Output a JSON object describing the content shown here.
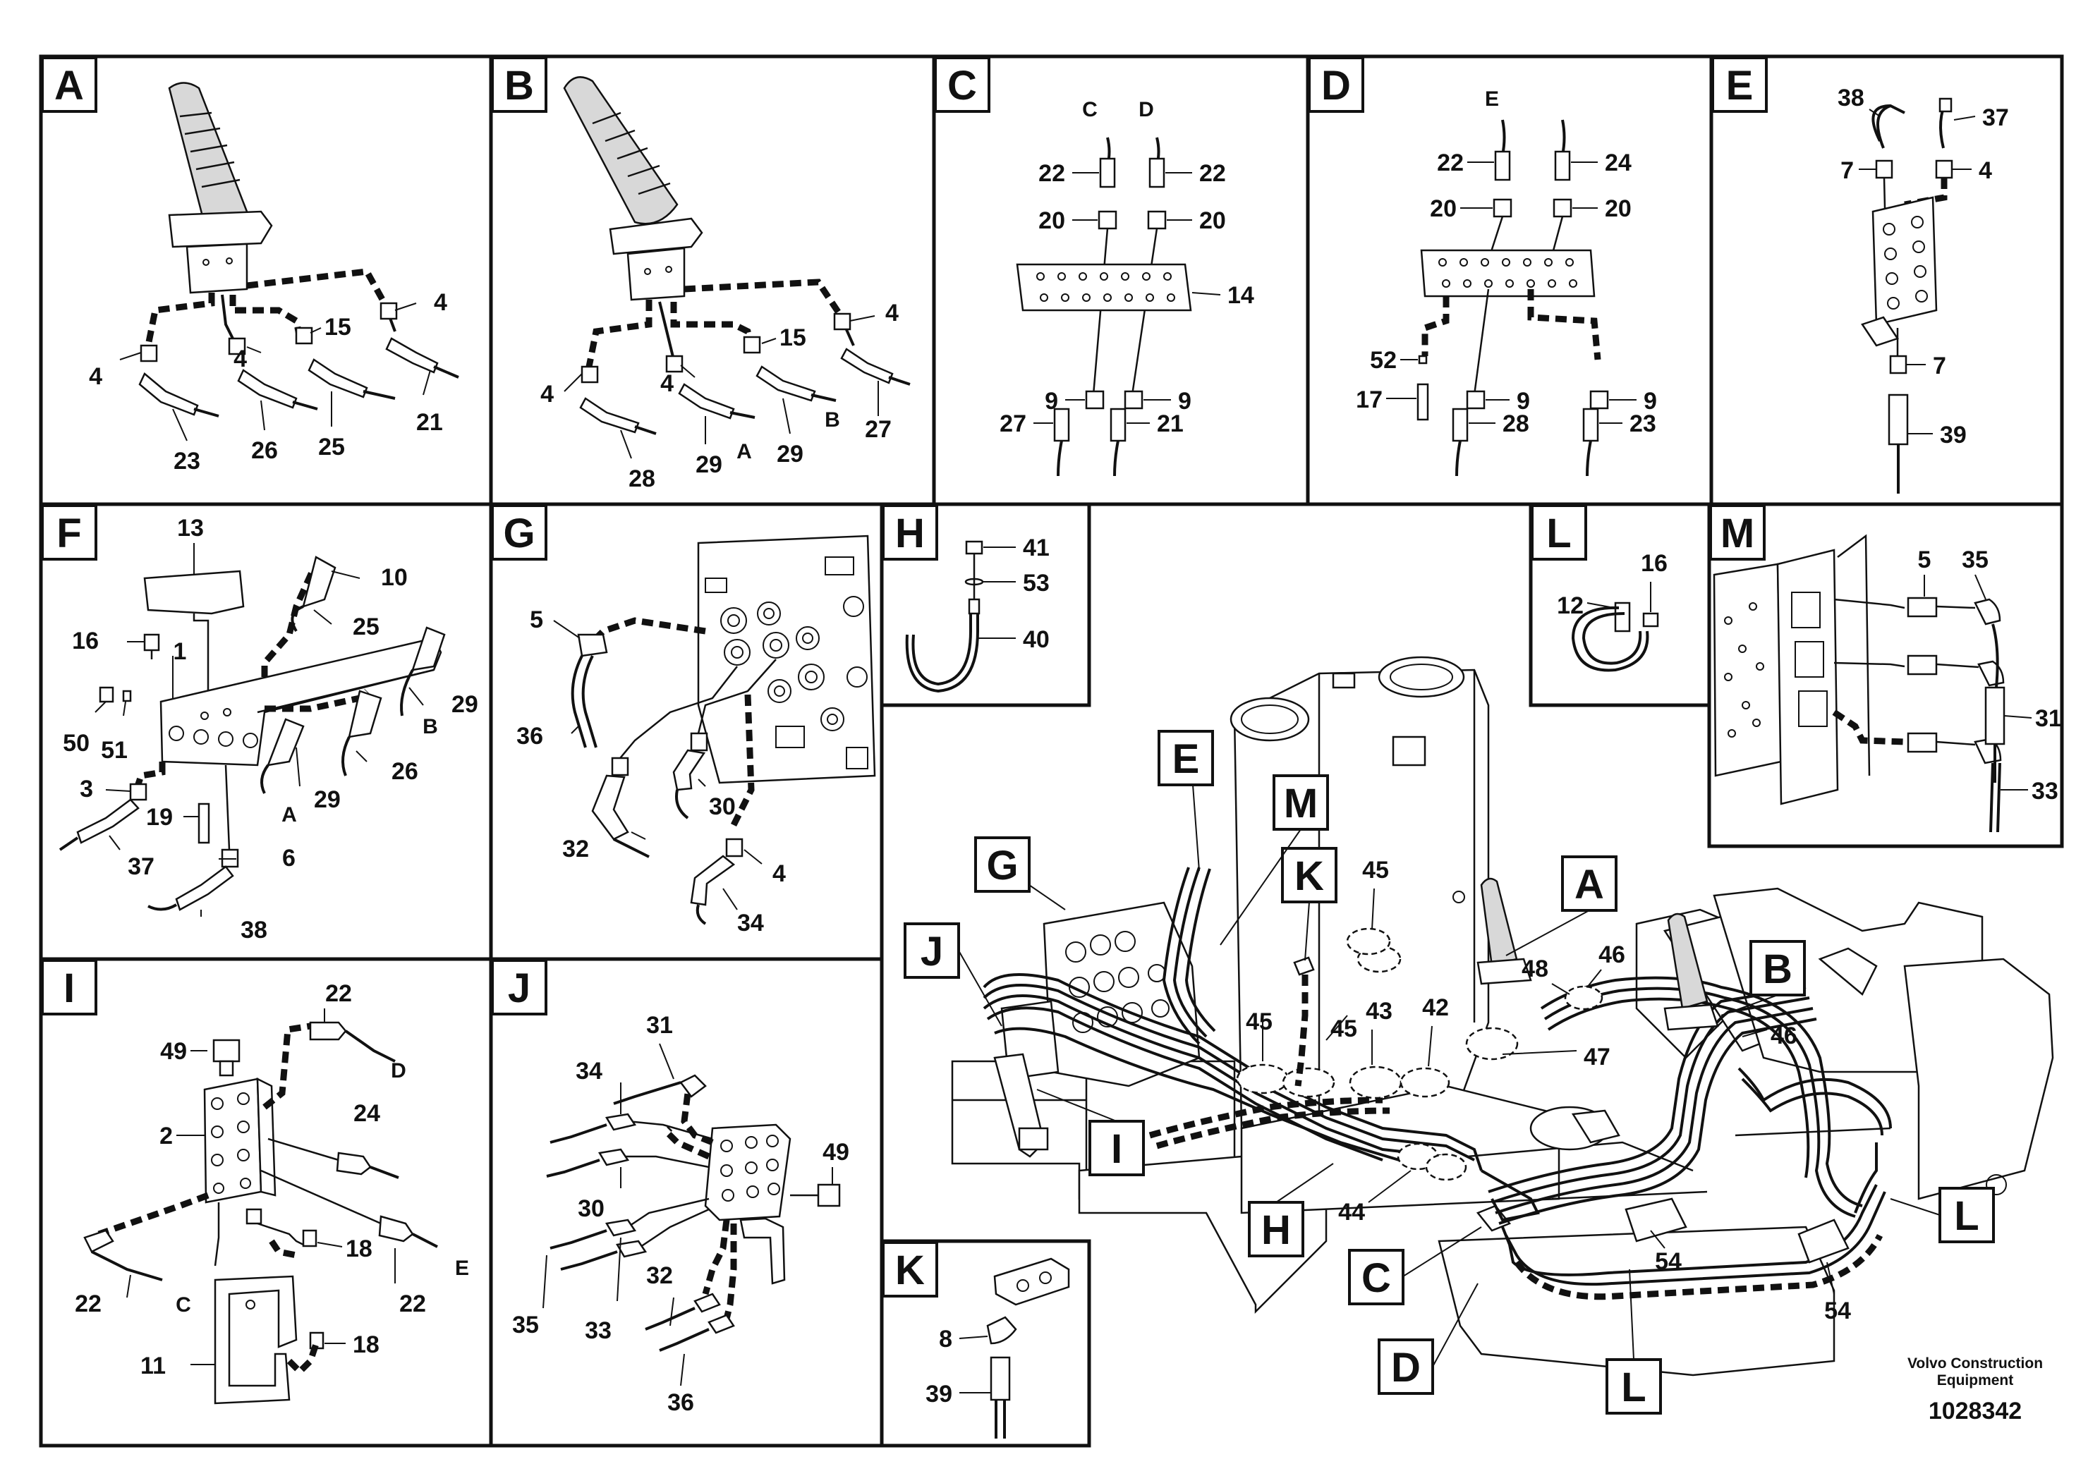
{
  "panels": [
    {
      "letter": "A",
      "callouts": [
        "4",
        "15",
        "4",
        "4",
        "21",
        "23",
        "26",
        "25"
      ]
    },
    {
      "letter": "B",
      "callouts": [
        "4",
        "15",
        "4",
        "4",
        "27",
        "28",
        "29",
        "29"
      ],
      "labels": [
        "A",
        "B"
      ]
    },
    {
      "letter": "C",
      "callouts": [
        "22",
        "22",
        "20",
        "20",
        "14",
        "9",
        "9",
        "27",
        "21"
      ],
      "labels": [
        "C",
        "D"
      ]
    },
    {
      "letter": "D",
      "callouts": [
        "22",
        "24",
        "20",
        "20",
        "52",
        "9",
        "9",
        "17",
        "28",
        "23"
      ],
      "labels": [
        "E"
      ]
    },
    {
      "letter": "E",
      "callouts": [
        "38",
        "37",
        "7",
        "4",
        "7",
        "39"
      ]
    },
    {
      "letter": "F",
      "callouts": [
        "13",
        "10",
        "16",
        "25",
        "1",
        "29",
        "50",
        "51",
        "26",
        "3",
        "29",
        "19",
        "6",
        "37",
        "38"
      ],
      "labels": [
        "A",
        "B"
      ]
    },
    {
      "letter": "G",
      "callouts": [
        "5",
        "36",
        "30",
        "32",
        "4",
        "34"
      ]
    },
    {
      "letter": "H",
      "callouts": [
        "41",
        "53",
        "40"
      ]
    },
    {
      "letter": "L",
      "callouts": [
        "16",
        "12"
      ]
    },
    {
      "letter": "M",
      "callouts": [
        "5",
        "35",
        "31",
        "33"
      ]
    },
    {
      "letter": "I",
      "callouts": [
        "22",
        "49",
        "24",
        "2",
        "18",
        "22",
        "22",
        "18",
        "11"
      ],
      "labels": [
        "D",
        "C",
        "E"
      ]
    },
    {
      "letter": "J",
      "callouts": [
        "31",
        "34",
        "49",
        "30",
        "35",
        "33",
        "32",
        "36"
      ]
    },
    {
      "letter": "K",
      "callouts": [
        "8",
        "39"
      ]
    }
  ],
  "overview": {
    "tags": [
      "E",
      "M",
      "G",
      "K",
      "A",
      "J",
      "B",
      "I",
      "H",
      "C",
      "L",
      "D",
      "L"
    ],
    "callouts": [
      "45",
      "45",
      "43",
      "42",
      "48",
      "46",
      "46",
      "45",
      "47",
      "44",
      "54",
      "54"
    ]
  },
  "footer": {
    "brand_line1": "Volvo Construction",
    "brand_line2": "Equipment",
    "doc_number": "1028342"
  }
}
